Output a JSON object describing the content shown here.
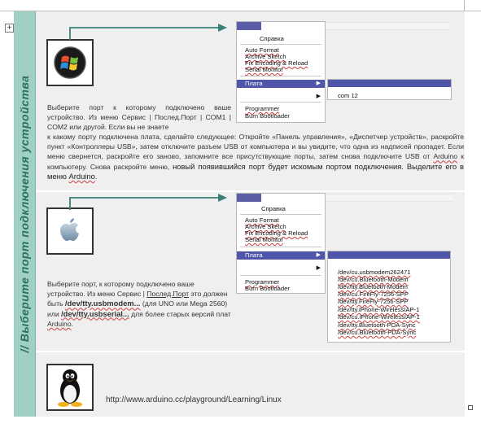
{
  "sidebar": {
    "title": "// Выберите   порт  подключения   устройства"
  },
  "section1": {
    "text_intro": "Выберите порт к которому подключено ваше устройство. Из меню Сервис | Послед.Порт | COM1 | COM2 или другой. Если вы не знаете",
    "text_full_1": "к какому порту подключена плата, сделайте следующее: Откройте «Панель управления», «Диспетчер устройств», раскройте пункт «Контроллеры USB», затем отключите разъем USB от компьютера и вы увидите, что одна из надписей пропадет. Если меню свернется, раскройте его заново, запомните все присутствующие порты, затем снова подключите USB от ",
    "text_arduino_1": "Arduino",
    "text_full_2": " к компьютеру. Снова раскройте меню,",
    "text_last": "новый появившийся порт будет искомым портом подключения. Выделите его в меню ",
    "text_last_arduino": "Arduino",
    "text_last_end": ".",
    "menu": {
      "items": [
        "Справка",
        "Auto Format",
        "Archive Sketch",
        "Fix Encoding & Reload",
        "Serial Monitor",
        "Плата",
        "Programmer",
        "Burn Bootloader"
      ],
      "submenu_items": [
        "com 12"
      ]
    }
  },
  "section2": {
    "text_1": "Выберите порт, к которому подключено ваше устройство. Из меню Сервис | ",
    "text_link": "Послед.Порт",
    "text_2": " это должен быть ",
    "text_bold1": "/dev/tty.usbmodem...",
    "text_3": " (для UNO или Mega 2560) или ",
    "text_bold2": "/dev/tty.usbserial...",
    "text_4": " для более старых версий плат ",
    "text_arduino": "Arduino",
    "text_end": ".",
    "menu": {
      "items": [
        "Справка",
        "Auto Format",
        "Archive Sketch",
        "Fix Encoding & Reload",
        "Serial Monitor",
        "Плата",
        "Programmer",
        "Burn Bootloader"
      ],
      "submenu_items": [
        "/dev/cu.usbmodem262471",
        "/dev/cu.Bluetooth-Modem",
        "/dev/tty.Bluetooth-Modem",
        "/dev/cu.FireFly-7256-SPP",
        "/dev/tty.FireFly-7256-SPP",
        "/dev/tty.iPhone-WirelessIAP-1",
        "/dev/cu.iPhone-WirelessIAP-1",
        "/dev/tty.Bluetooth-PDA-Sync",
        "/dev/cu.Bluetooth-PDA-Sync"
      ]
    }
  },
  "section3": {
    "url": "http://www.arduino.cc/playground/Learning/Linux"
  },
  "colors": {
    "sidebar": "#9fd0c3",
    "arrow": "#3a7f78",
    "menu_highlight": "#4f55a8",
    "panel": "#efefef"
  },
  "icons": [
    "windows-logo",
    "apple-logo",
    "linux-tux-logo",
    "move-handle-icon",
    "resize-handle-icon"
  ]
}
